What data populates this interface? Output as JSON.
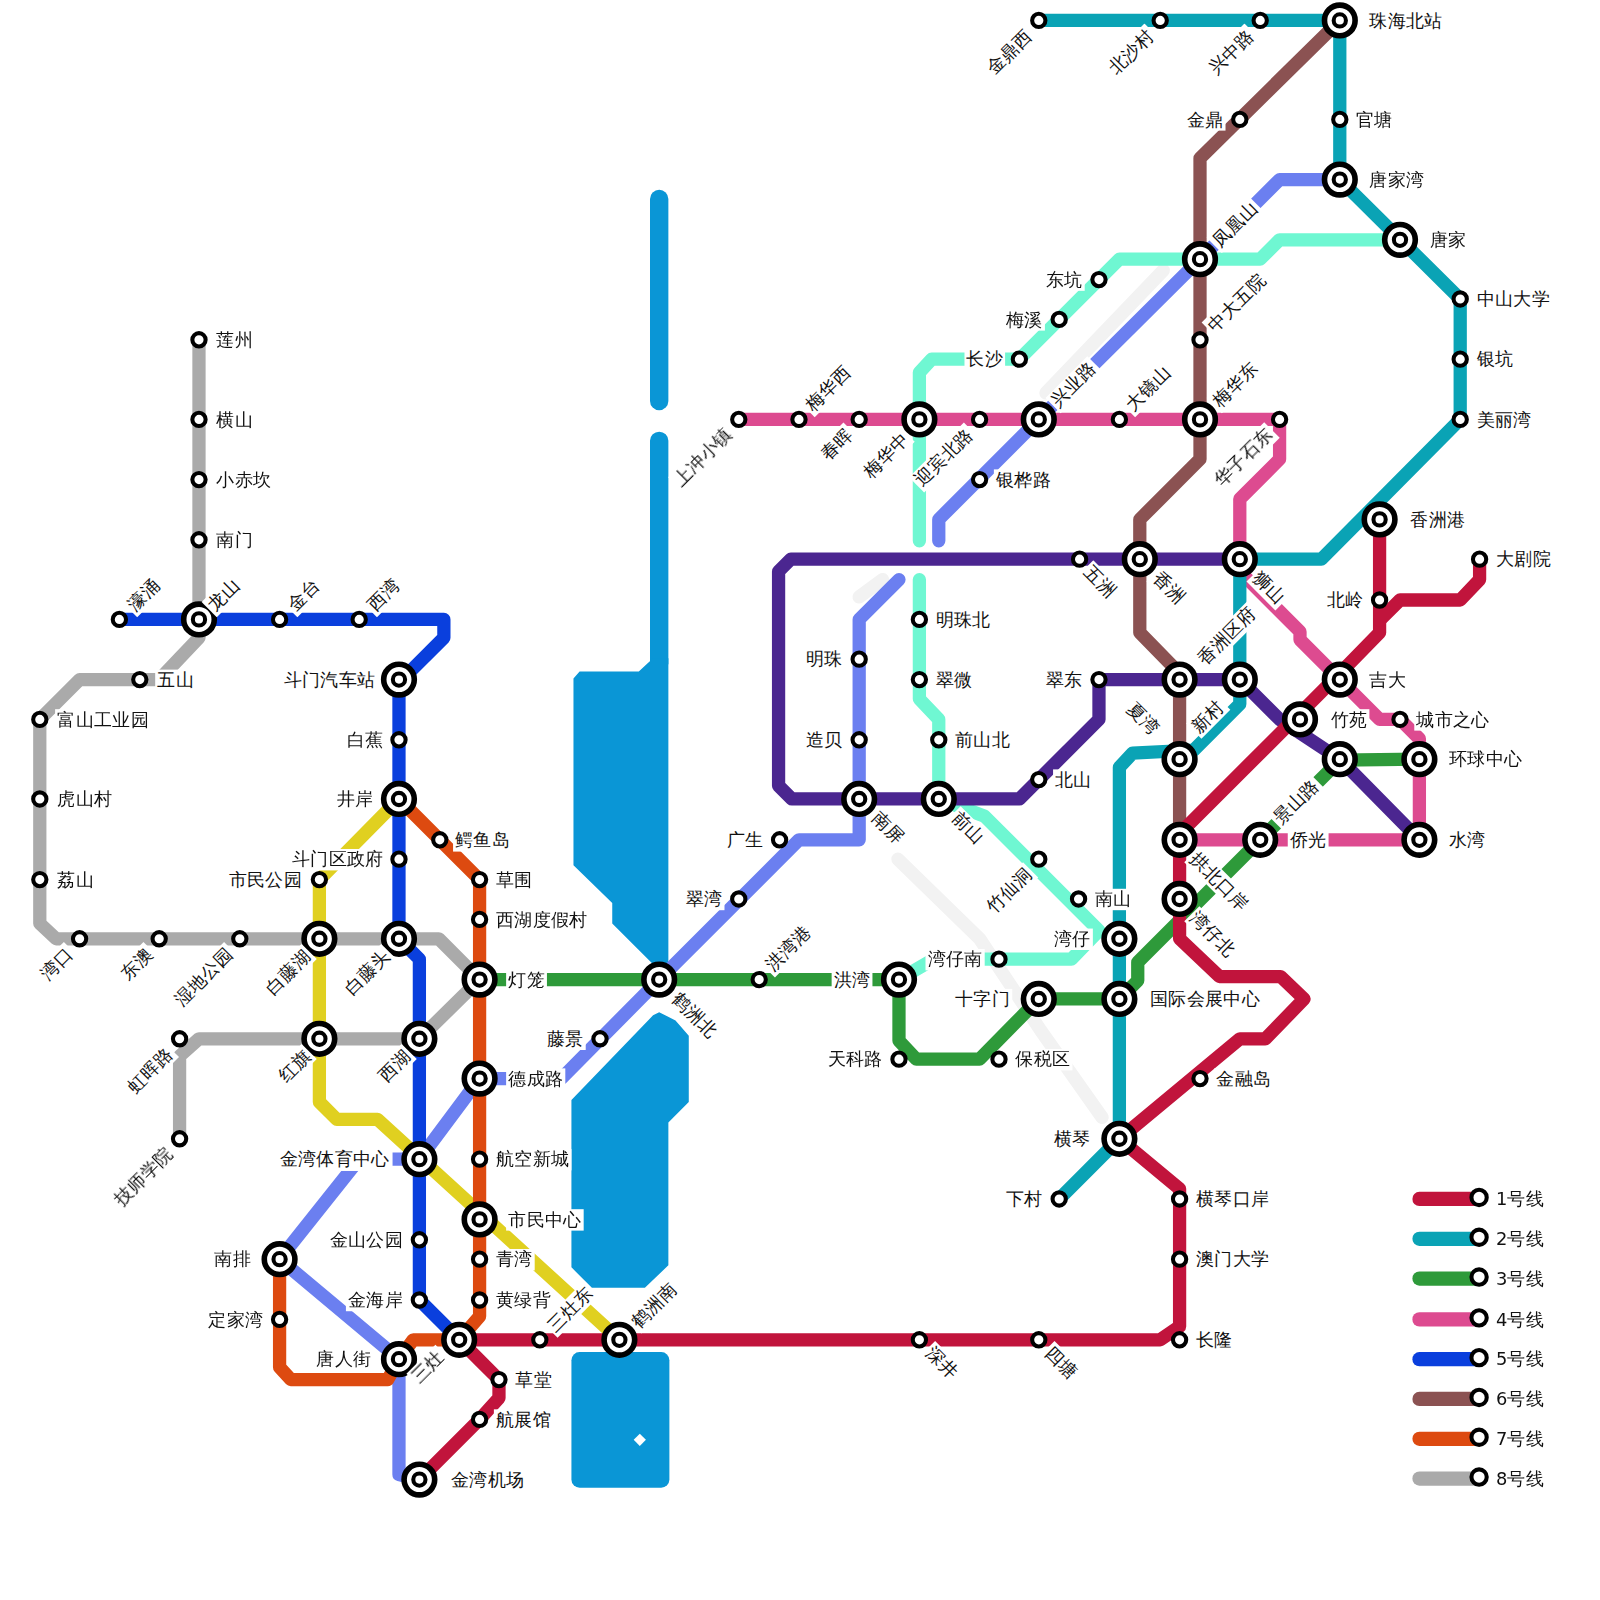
{
  "diagram": {
    "labels": [
      "莲州",
      "横山",
      "小赤坎",
      "南门",
      "濠涌",
      "龙山",
      "金台",
      "西湾",
      "五山",
      "富山工业园",
      "虎山村",
      "荔山",
      "湾口",
      "东澳",
      "湿地公园",
      "白藤湖",
      "白藤头",
      "虹晖路",
      "红旗",
      "西湖",
      "技师学院",
      "斗门汽车站",
      "白蕉",
      "井岸",
      "斗门区政府",
      "市民公园",
      "鳄鱼岛",
      "草围",
      "西湖度假村",
      "灯笼",
      "德成路",
      "航空新城",
      "市民中心",
      "青湾",
      "黄绿背",
      "金湾体育中心",
      "金山公园",
      "金海岸",
      "南排",
      "定家湾",
      "唐人街",
      "三灶",
      "三灶东",
      "鹤洲南",
      "草堂",
      "航展馆",
      "金湾机场",
      "藤景",
      "翠湾",
      "广生",
      "鹤洲北",
      "洪湾港",
      "洪湾",
      "天科路",
      "保税区",
      "十字门",
      "湾仔南",
      "湾仔",
      "南山",
      "国际会展中心",
      "金融岛",
      "横琴",
      "下村",
      "横琴口岸",
      "澳门大学",
      "长隆",
      "深井",
      "四塘",
      "明珠",
      "造贝",
      "南屏",
      "明珠北",
      "翠微",
      "前山北",
      "前山",
      "竹仙洞",
      "北山",
      "翠东",
      "五洲",
      "香洲",
      "狮山",
      "上冲小镇",
      "梅华西",
      "春晖",
      "梅华中",
      "迎宾北路",
      "兴业路",
      "大镜山",
      "梅华东",
      "华子石东",
      "银桦路",
      "长沙",
      "梅溪",
      "东坑",
      "凤凰山",
      "中大五院",
      "金鼎西",
      "北沙村",
      "兴中路",
      "珠海北站",
      "金鼎",
      "官塘",
      "唐家湾",
      "唐家",
      "中山大学",
      "银坑",
      "美丽湾",
      "香洲港",
      "大剧院",
      "北岭",
      "吉大",
      "城市之心",
      "竹苑",
      "环球中心",
      "水湾",
      "侨光",
      "景山路",
      "香洲区府",
      "新村",
      "夏湾",
      "拱北口岸",
      "湾仔北"
    ],
    "legend": [
      {
        "text": "1号线",
        "color": "#c1143c"
      },
      {
        "text": "2号线",
        "color": "#0aa3b5"
      },
      {
        "text": "3号线",
        "color": "#2e9a3a"
      },
      {
        "text": "4号线",
        "color": "#dd4b90"
      },
      {
        "text": "5号线",
        "color": "#0a3fdd"
      },
      {
        "text": "6号线",
        "color": "#8b5252"
      },
      {
        "text": "7号线",
        "color": "#dd4a10"
      },
      {
        "text": "8号线",
        "color": "#aaaaaa"
      }
    ]
  }
}
